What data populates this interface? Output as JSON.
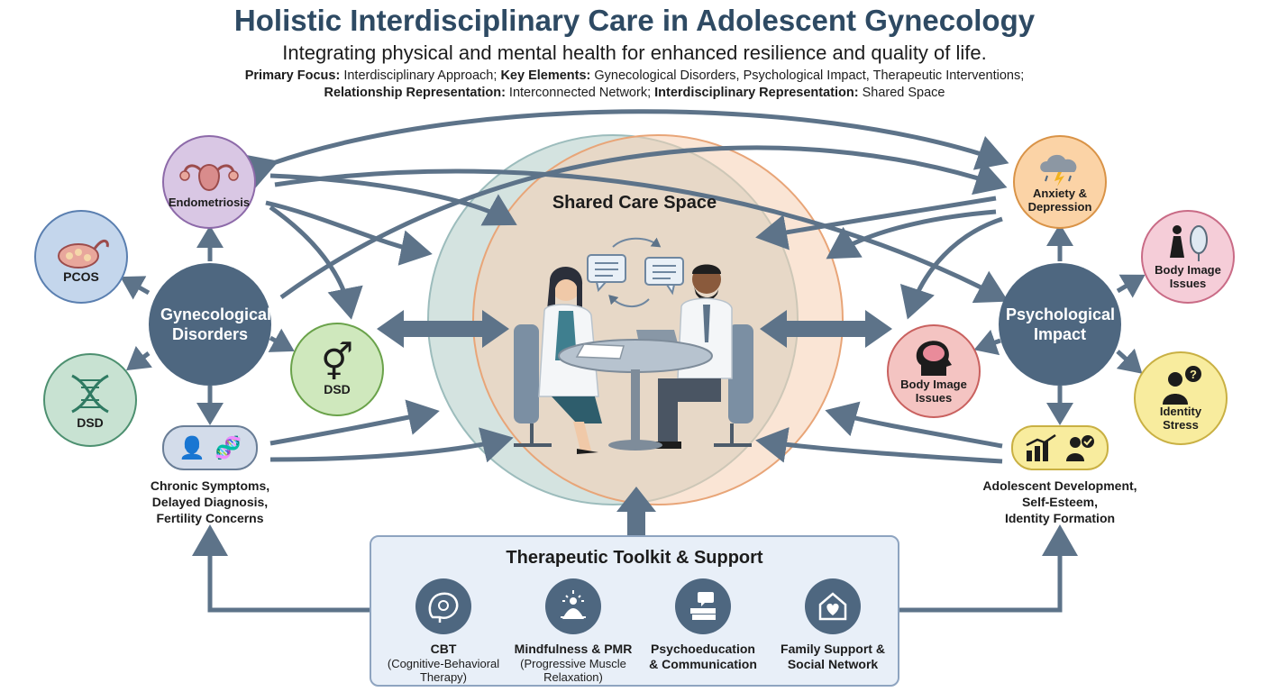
{
  "header": {
    "title": "Holistic Interdisciplinary Care in Adolescent Gynecology",
    "subtitle": "Integrating physical and mental health for enhanced resilience and quality of life.",
    "meta_line1": [
      {
        "k": "Primary Focus:",
        "v": " Interdisciplinary Approach; "
      },
      {
        "k": "Key Elements:",
        "v": " Gynecological Disorders, Psychological Impact, Therapeutic Interventions;"
      }
    ],
    "meta_line2": [
      {
        "k": "Relationship Representation:",
        "v": " Interconnected Network; "
      },
      {
        "k": "Interdisciplinary Representation:",
        "v": " Shared Space"
      }
    ]
  },
  "center": {
    "title": "Shared Care Space",
    "left_color": "#c5d9d6",
    "right_color": "#f6cfb2"
  },
  "left": {
    "hub": "Gynecological Disorders",
    "nodes": {
      "endometriosis": "Endometriosis",
      "pcos": "PCOS",
      "dsd_dna": "DSD",
      "dsd_symbol": "DSD"
    },
    "caption_lines": [
      "Chronic Symptoms,",
      "Delayed Diagnosis,",
      "Fertility Concerns"
    ]
  },
  "right": {
    "hub": "Psychological Impact",
    "nodes": {
      "anxiety": [
        "Anxiety &",
        "Depression"
      ],
      "body_image_mirror": [
        "Body Image",
        "Issues"
      ],
      "body_image_brain": [
        "Body Image",
        "Issues"
      ],
      "identity": [
        "Identity",
        "Stress"
      ]
    },
    "caption_lines": [
      "Adolescent Development,",
      "Self-Esteem,",
      "Identity Formation"
    ]
  },
  "toolkit": {
    "title": "Therapeutic Toolkit & Support",
    "items": [
      {
        "name": "CBT",
        "sub": [
          "(Cognitive-Behavioral",
          "Therapy)"
        ],
        "icon": "brain-gear-icon"
      },
      {
        "name": "Mindfulness & PMR",
        "sub": [
          "(Progressive Muscle",
          "Relaxation)"
        ],
        "icon": "meditation-icon"
      },
      {
        "name": "Psychoeducation",
        "sub2": "& Communication",
        "icon": "books-chat-icon"
      },
      {
        "name": "Family Support &",
        "sub2": "Social Network",
        "icon": "house-heart-icon"
      }
    ]
  },
  "colors": {
    "hub": "#4e6780",
    "arrow": "#5d7389",
    "purple": "#d9c7e4",
    "purple_border": "#8d6aa9",
    "blue": "#c4d6ec",
    "blue_border": "#5a7fb0",
    "green": "#c8e2d2",
    "green_border": "#4d9070",
    "lightgreen": "#cfe8bd",
    "lightgreen_border": "#6aa24a",
    "orange": "#fbd3a6",
    "orange_border": "#d99347",
    "pink": "#f5cdd8",
    "pink_border": "#c96b86",
    "red": "#f4c4c2",
    "red_border": "#c9615f",
    "yellow": "#f8ec9e",
    "yellow_border": "#c9b043"
  }
}
